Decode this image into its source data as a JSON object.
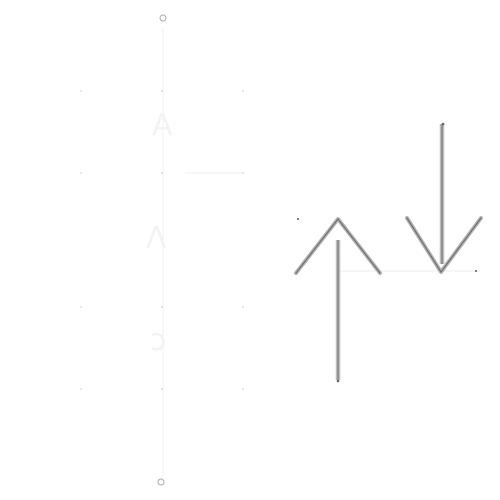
{
  "canvas": {
    "background": "#ffffff",
    "guide_color": "#d4d4d4",
    "arrow_color": "#8a8a8a"
  },
  "controls": {
    "top_handle": {
      "icon": "drag-handle-icon"
    },
    "bottom_handle": {
      "icon": "drag-handle-icon"
    },
    "arrow_up": {
      "icon": "arrow-up-icon"
    },
    "arrow_down": {
      "icon": "arrow-down-icon"
    }
  },
  "ghost_glyphs": [
    "A",
    "Λ",
    "ɔ"
  ]
}
